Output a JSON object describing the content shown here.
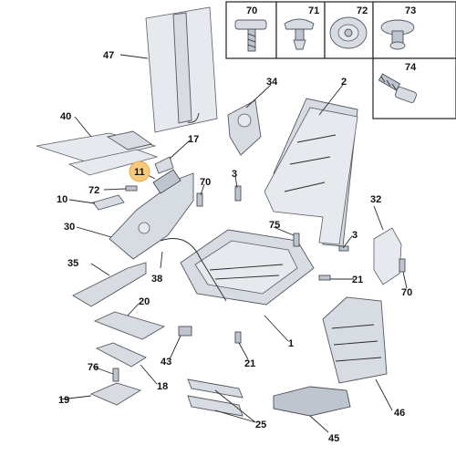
{
  "callouts": {
    "c1": "1",
    "c2": "2",
    "c3a": "3",
    "c3b": "3",
    "c10": "10",
    "c11": "11",
    "c17": "17",
    "c18": "18",
    "c19": "19",
    "c20": "20",
    "c21a": "21",
    "c21b": "21",
    "c25": "25",
    "c30": "30",
    "c32": "32",
    "c34": "34",
    "c35": "35",
    "c38": "38",
    "c40": "40",
    "c43": "43",
    "c45": "45",
    "c46": "46",
    "c47": "47",
    "c70a": "70",
    "c70b": "70",
    "c71": "71",
    "c72a": "72",
    "c72b": "72",
    "c73": "73",
    "c74": "74",
    "c75": "75",
    "c76": "76"
  },
  "highlighted_callout": "11",
  "colors": {
    "highlight": "#f7c97a",
    "part_fill": "#d7dbe2",
    "outline": "#55595f"
  }
}
